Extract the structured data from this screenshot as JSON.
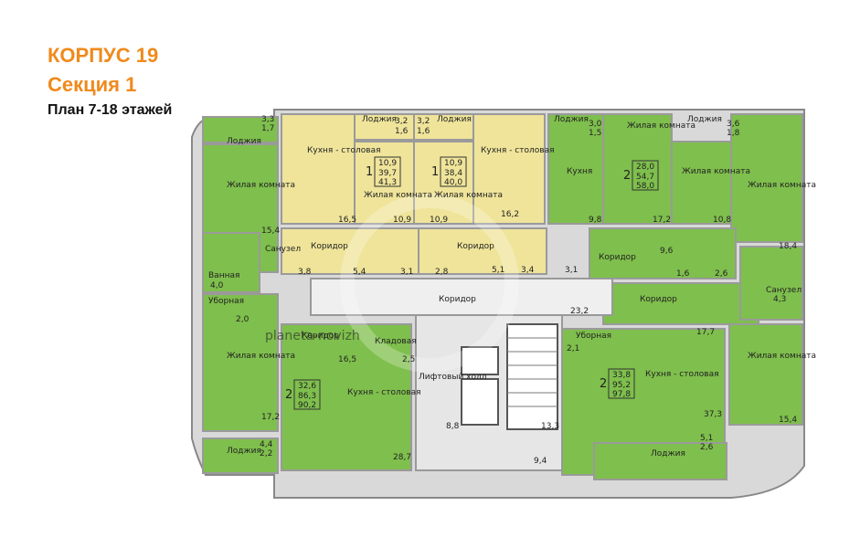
{
  "header": {
    "building": "КОРПУС 19",
    "section": "Секция 1",
    "plan": "План 7-18 этажей"
  },
  "colors": {
    "green": "#7fbf4d",
    "yellow": "#efe49a",
    "accent": "#f08a1c",
    "wall": "#9a9a9a"
  },
  "watermark": "planeta-novizh",
  "labels": {
    "loggia": "Лоджия",
    "kitchen_dining": "Кухня - столовая",
    "kitchen": "Кухня",
    "living_room": "Жилая комната",
    "corridor": "Коридор",
    "bathroom_combined": "Санузел",
    "bath": "Ванная",
    "toilet": "Уборная",
    "pantry": "Кладовая",
    "lift_hall": "Лифтовый холл"
  },
  "apartments": [
    {
      "id": "top-left-1",
      "rooms": "1",
      "v1": "10,9",
      "v2": "39,7",
      "v3": "41,3"
    },
    {
      "id": "top-center-1",
      "rooms": "1",
      "v1": "10,9",
      "v2": "38,4",
      "v3": "40,0"
    },
    {
      "id": "top-right-2",
      "rooms": "2",
      "v1": "28,0",
      "v2": "54,7",
      "v3": "58,0"
    },
    {
      "id": "bottom-left-2",
      "rooms": "2",
      "v1": "32,6",
      "v2": "86,3",
      "v3": "90,2"
    },
    {
      "id": "bottom-right-2",
      "rooms": "2",
      "v1": "33,8",
      "v2": "95,2",
      "v3": "97,8"
    }
  ],
  "areas": {
    "a1": "3,3",
    "a2": "1,7",
    "a3": "15,4",
    "a4": "16,5",
    "a5": "10,9",
    "a6": "3,2",
    "a7": "1,6",
    "a8": "3,2",
    "a9": "1,6",
    "a10": "10,9",
    "a11": "16,2",
    "a12": "3,0",
    "a13": "1,5",
    "a14": "9,8",
    "a15": "17,2",
    "a16": "10,8",
    "a17": "3,6",
    "a18": "1,8",
    "a19": "3,8",
    "a20": "5,4",
    "a21": "3,1",
    "a22": "2,8",
    "a23": "5,1",
    "a24": "3,4",
    "a25": "3,1",
    "a26": "9,6",
    "a27": "1,6",
    "a28": "2,6",
    "a29": "18,4",
    "a30": "4,0",
    "a31": "4,3",
    "a32": "2,0",
    "a33": "23,2",
    "a34": "17,7",
    "a35": "16,5",
    "a36": "2,5",
    "a37": "2,1",
    "a38": "17,2",
    "a39": "8,8",
    "a40": "13,3",
    "a41": "37,3",
    "a42": "15,4",
    "a43": "4,4",
    "a44": "2,2",
    "a45": "28,7",
    "a46": "9,4",
    "a47": "5,1",
    "a48": "2,6"
  }
}
